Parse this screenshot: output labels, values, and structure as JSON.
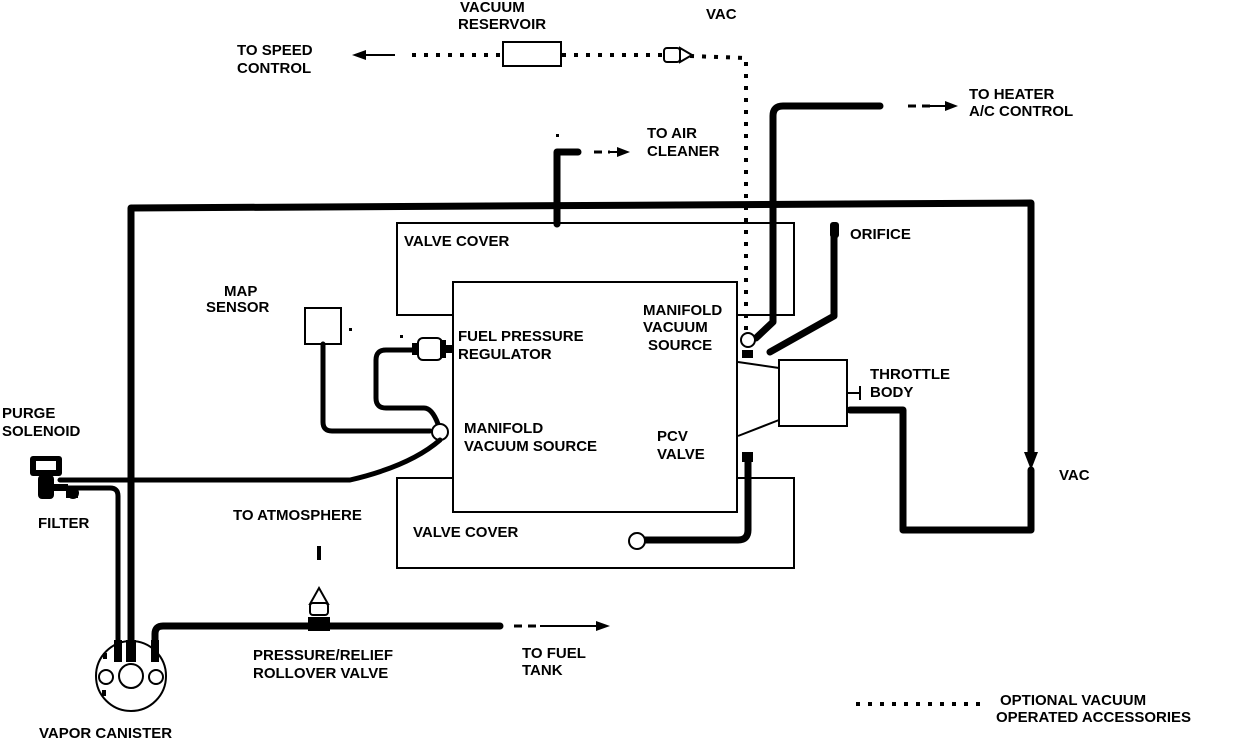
{
  "labels": {
    "vacuum_reservoir_1": "VACUUM",
    "vacuum_reservoir_2": "RESERVOIR",
    "vac_top": "VAC",
    "to_speed_control_1": "TO SPEED",
    "to_speed_control_2": "CONTROL",
    "to_heater_1": "TO HEATER",
    "to_heater_2": "A/C CONTROL",
    "to_air_cleaner_1": "TO AIR",
    "to_air_cleaner_2": "CLEANER",
    "orifice": "ORIFICE",
    "valve_cover_top": "VALVE  COVER",
    "map_sensor_1": "MAP",
    "map_sensor_2": "SENSOR",
    "fuel_pressure_regulator_1": "FUEL PRESSURE",
    "fuel_pressure_regulator_2": "REGULATOR",
    "manifold_vacuum_source_top_1": "MANIFOLD",
    "manifold_vacuum_source_top_2": "VACUUM",
    "manifold_vacuum_source_top_3": "SOURCE",
    "throttle_body_1": "THROTTLE",
    "throttle_body_2": "BODY",
    "purge_solenoid_1": "PURGE",
    "purge_solenoid_2": "SOLENOID",
    "manifold_vacuum_source_mid_1": "MANIFOLD",
    "manifold_vacuum_source_mid_2": "VACUUM SOURCE",
    "pcv_valve_1": "PCV",
    "pcv_valve_2": "VALVE",
    "vac_right": "VAC",
    "filter": "FILTER",
    "to_atmosphere": "TO ATMOSPHERE",
    "valve_cover_bottom": "VALVE COVER",
    "pressure_relief_1": "PRESSURE/RELIEF",
    "pressure_relief_2": "ROLLOVER VALVE",
    "to_fuel_tank_1": "TO FUEL",
    "to_fuel_tank_2": "TANK",
    "vapor_canister": "VAPOR CANISTER",
    "legend_1": "OPTIONAL VACUUM",
    "legend_2": "OPERATED  ACCESSORIES"
  }
}
